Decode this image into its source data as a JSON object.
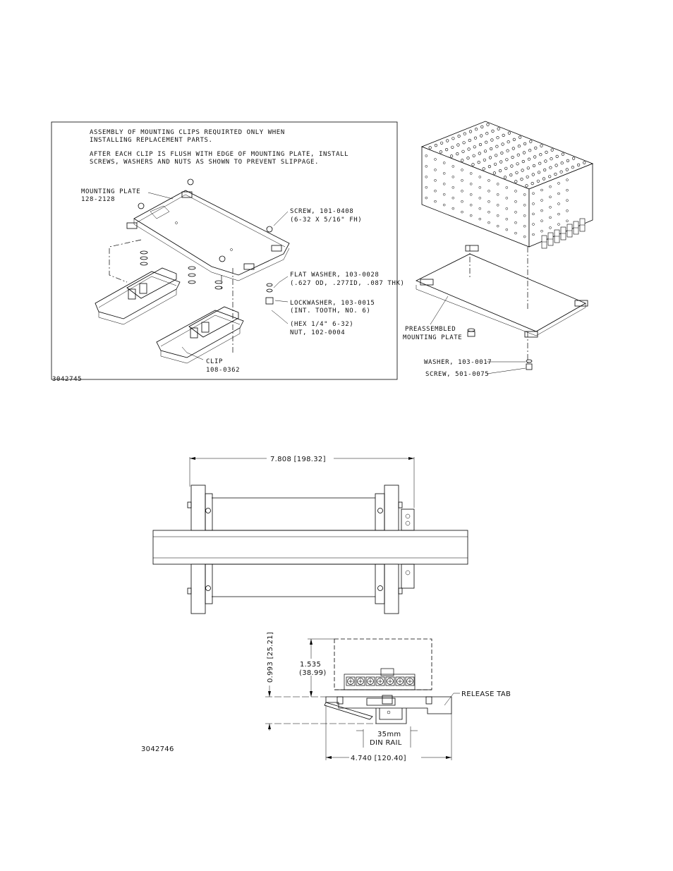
{
  "figure1": {
    "note_line1": "ASSEMBLY OF MOUNTING CLIPS REQUIRTED ONLY WHEN",
    "note_line2": "INSTALLING REPLACEMENT PARTS.",
    "note_line3": "AFTER EACH CLIP IS FLUSH WITH EDGE OF MOUNTING PLATE, INSTALL",
    "note_line4": "SCREWS, WASHERS AND NUTS AS SHOWN TO PREVENT SLIPPAGE.",
    "mounting_plate_label": "MOUNTING PLATE",
    "mounting_plate_pn": "128-2128",
    "screw_label": "SCREW, 101-0408",
    "screw_spec": "(6-32 X 5/16\" FH)",
    "flat_washer_label": "FLAT WASHER, 103-0028",
    "flat_washer_spec": "(.627 OD, .277ID, .087 THK)",
    "lockwasher_label": "LOCKWASHER, 103-0015",
    "lockwasher_spec": "(INT. TOOTH, NO. 6)",
    "nut_spec": "(HEX 1/4\" 6-32)",
    "nut_label": "NUT, 102-0004",
    "clip_label": "CLIP",
    "clip_pn": "108-0362",
    "drawing_number": "3042745"
  },
  "figure2": {
    "preassembled_line1": "PREASSEMBLED",
    "preassembled_line2": "MOUNTING PLATE",
    "washer_label": "WASHER, 103-0017",
    "screw_label": "SCREW, 501-0075"
  },
  "figure3": {
    "width_dim": "7.808 [198.32]",
    "height_dim1": "0.993 [25.21]",
    "height_dim2_line1": "1.535",
    "height_dim2_line2": "(38.99)",
    "release_tab_label": "RELEASE TAB",
    "din_rail_line1": "35mm",
    "din_rail_line2": "DIN RAIL",
    "bottom_width_dim": "4.740 [120.40]",
    "drawing_number": "3042746"
  }
}
